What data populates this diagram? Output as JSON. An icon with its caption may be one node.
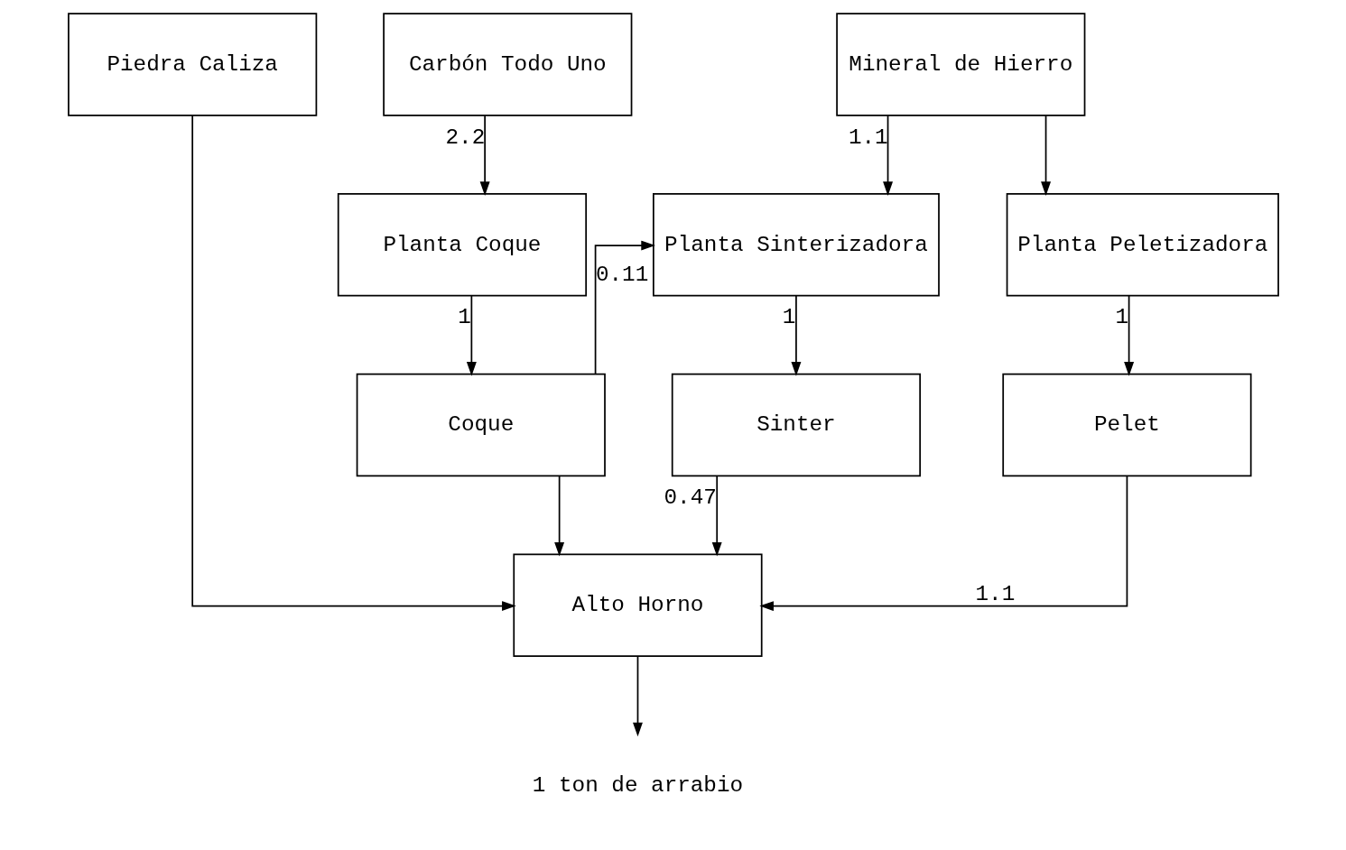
{
  "diagram": {
    "nodes": [
      {
        "text": [
          "Piedra Caliza"
        ]
      },
      {
        "text": [
          "Carbón Todo Uno"
        ]
      },
      {
        "text": [
          "Mineral de Hierro"
        ]
      },
      {
        "text": [
          "Planta Coque"
        ]
      },
      {
        "text": [
          "Planta Sinterizadora"
        ]
      },
      {
        "text": [
          "Planta Peletizadora"
        ]
      },
      {
        "text": [
          "Coque"
        ]
      },
      {
        "text": [
          "Sinter"
        ]
      },
      {
        "text": [
          "Pelet"
        ]
      },
      {
        "text": [
          "Alto Horno"
        ]
      },
      {
        "text": [
          "1 ton de arrabio"
        ]
      }
    ],
    "edges": [
      {
        "from": 0,
        "to": 9,
        "arrow": "to"
      },
      {
        "from": 1,
        "to": 3,
        "arrow": "to",
        "label": "2.2"
      },
      {
        "from": 2,
        "to": 4,
        "arrow": "to",
        "label": "1.1"
      },
      {
        "from": 2,
        "to": 5,
        "arrow": "to"
      },
      {
        "from": 3,
        "to": 6,
        "arrow": "to",
        "label": "1"
      },
      {
        "from": 6,
        "to": 4,
        "arrow": "to",
        "label": "0.11"
      },
      {
        "from": 4,
        "to": 7,
        "arrow": "to",
        "label": "1"
      },
      {
        "from": 5,
        "to": 8,
        "arrow": "to",
        "label": "1"
      },
      {
        "from": 6,
        "to": 9,
        "arrow": "to"
      },
      {
        "from": 7,
        "to": 9,
        "arrow": "to",
        "label": "0.47"
      },
      {
        "from": 8,
        "to": 9,
        "arrow": "to",
        "label": "1.1"
      },
      {
        "from": 9,
        "to": 10,
        "arrow": "to"
      }
    ]
  }
}
